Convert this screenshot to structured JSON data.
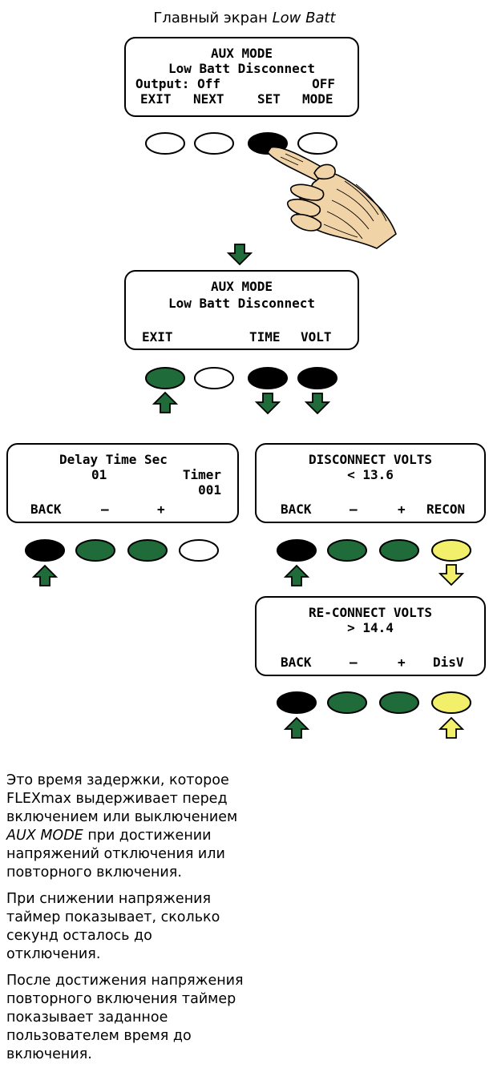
{
  "heading": {
    "prefix": "Главный экран ",
    "italic": "Low Batt"
  },
  "screen_main": {
    "line1": "AUX MODE",
    "line2": "Low Batt Disconnect",
    "output_label": "Output: Off",
    "output_value": "OFF",
    "soft_keys": [
      "EXIT",
      "NEXT",
      "SET",
      "MODE"
    ]
  },
  "screen_submenu": {
    "line1": "AUX MODE",
    "line2": "Low Batt Disconnect",
    "soft_keys": [
      "EXIT",
      "",
      "TIME",
      "VOLT"
    ]
  },
  "screen_delay": {
    "title": "Delay Time Sec",
    "value": "01",
    "timer_label": "Timer",
    "timer_value": "001",
    "soft_keys": [
      "BACK",
      "–",
      "+",
      ""
    ]
  },
  "screen_disconnect": {
    "title": "DISCONNECT VOLTS",
    "value": "< 13.6",
    "soft_keys": [
      "BACK",
      "–",
      "+",
      "RECON"
    ]
  },
  "screen_reconnect": {
    "title": "RE-CONNECT VOLTS",
    "value": "> 14.4",
    "soft_keys": [
      "BACK",
      "–",
      "+",
      "DisV"
    ]
  },
  "colors": {
    "green": "#1f6b3a",
    "yellow": "#f2ef6a",
    "black": "#000000",
    "white": "#ffffff"
  },
  "description": {
    "p1_before": "Это время задержки, которое FLEXmax выдерживает перед включением или выключением ",
    "p1_italic": "AUX MODE",
    "p1_after": " при достижении напряжений отключения или повторного включения.",
    "p2": "При снижении напряжения таймер показывает, сколько секунд осталось до отключения.",
    "p3": "После достижения напряжения повторного включения таймер показывает заданное пользователем время до включения."
  }
}
